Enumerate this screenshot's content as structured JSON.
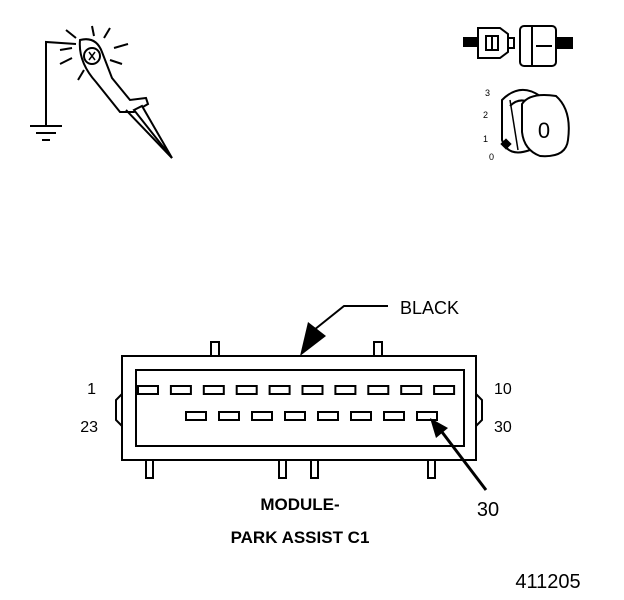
{
  "diagram": {
    "connector_color_label": "BLACK",
    "pin_start_row1": "1",
    "pin_end_row1": "10",
    "pin_start_row2": "23",
    "pin_end_row2": "30",
    "callout_pin": "30",
    "module_title_line1": "MODULE-",
    "module_title_line2": "PARK ASSIST C1",
    "figure_number": "411205",
    "ignition_key_label": "0",
    "ignition_positions": [
      "3",
      "2",
      "1",
      "0"
    ]
  },
  "icons": {
    "test_probe": "test-light-probe-icon",
    "connector_unplugged": "connector-disconnect-icon",
    "ignition_key": "ignition-key-off-icon"
  }
}
